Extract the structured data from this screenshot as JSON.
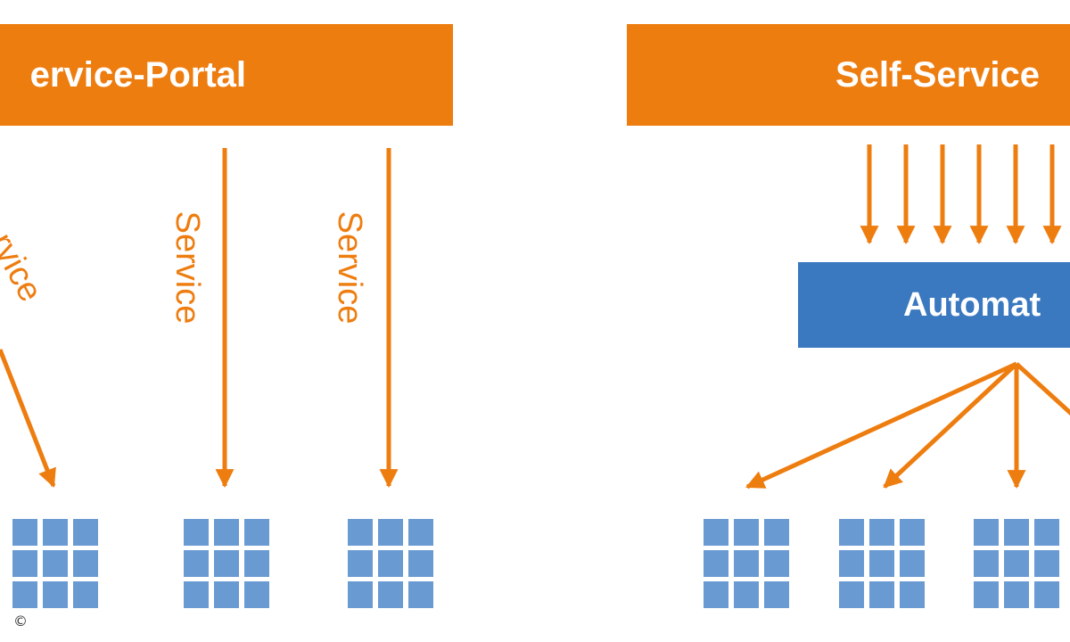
{
  "left_panel": {
    "banner_title": "ervice-Portal",
    "service_labels": [
      "rvice",
      "Service",
      "Service"
    ]
  },
  "right_panel": {
    "banner_title": "Self-Service",
    "automation_label": "Automat"
  },
  "copyright_symbol": "©",
  "colors": {
    "orange": "#ee7d10",
    "blue": "#3a78c0",
    "server_blue": "#6a9ad2"
  },
  "icons": [
    "arrow-icon",
    "server-grid-icon"
  ]
}
